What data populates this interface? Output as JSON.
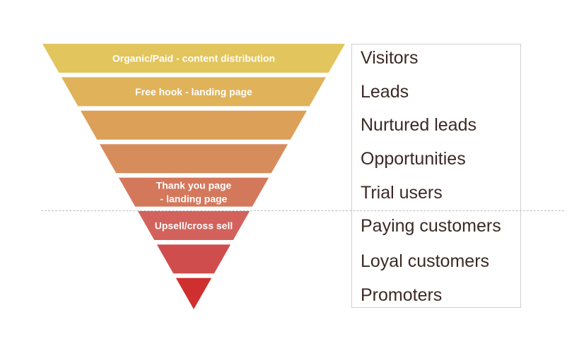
{
  "funnel": {
    "stages": [
      {
        "name": "Visitors",
        "lines": [
          "Organic/Paid - content distribution"
        ],
        "color": "#e3c55d"
      },
      {
        "name": "Leads",
        "lines": [
          "Free hook - landing page"
        ],
        "color": "#e0b35a"
      },
      {
        "name": "Nurtured leads",
        "lines": [],
        "color": "#dca059"
      },
      {
        "name": "Opportunities",
        "lines": [],
        "color": "#d78c5c"
      },
      {
        "name": "Trial users",
        "lines": [
          "Thank you page",
          "- landing page"
        ],
        "color": "#d4785c"
      },
      {
        "name": "Paying customers",
        "lines": [
          "Upsell/cross sell"
        ],
        "color": "#d3625c"
      },
      {
        "name": "Loyal customers",
        "lines": [],
        "color": "#d04d4d"
      },
      {
        "name": "Promoters",
        "lines": [],
        "color": "#cf2f2f"
      }
    ]
  }
}
